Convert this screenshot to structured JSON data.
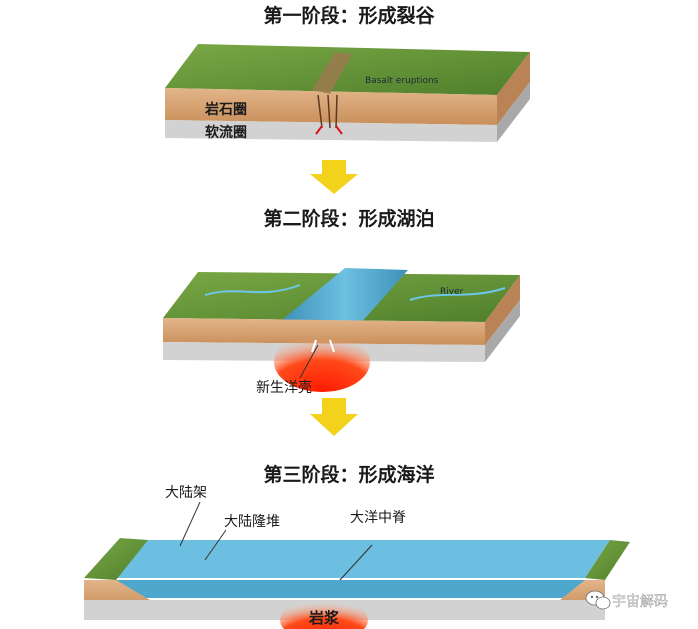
{
  "stages": [
    {
      "title": "第一阶段：形成裂谷",
      "labels": {
        "lithosphere": "岩石圈",
        "asthenosphere": "软流圈",
        "basalt": "Basalt eruptions"
      }
    },
    {
      "title": "第二阶段：形成湖泊",
      "labels": {
        "river": "River",
        "new_crust": "新生洋壳"
      }
    },
    {
      "title": "第三阶段：形成海洋",
      "labels": {
        "shelf": "大陆架",
        "rise": "大陆隆堆",
        "ridge": "大洋中脊",
        "magma": "岩浆"
      }
    }
  ],
  "watermark": {
    "text": "宇宙解码",
    "icon": "wechat-icon"
  },
  "colors": {
    "grass": "#6b9a3a",
    "soil": "#d9a877",
    "mantle": "#cfcfcf",
    "water": "#5fb3d6",
    "magma": "#ff2a00",
    "arrow": "#f2d21b"
  }
}
